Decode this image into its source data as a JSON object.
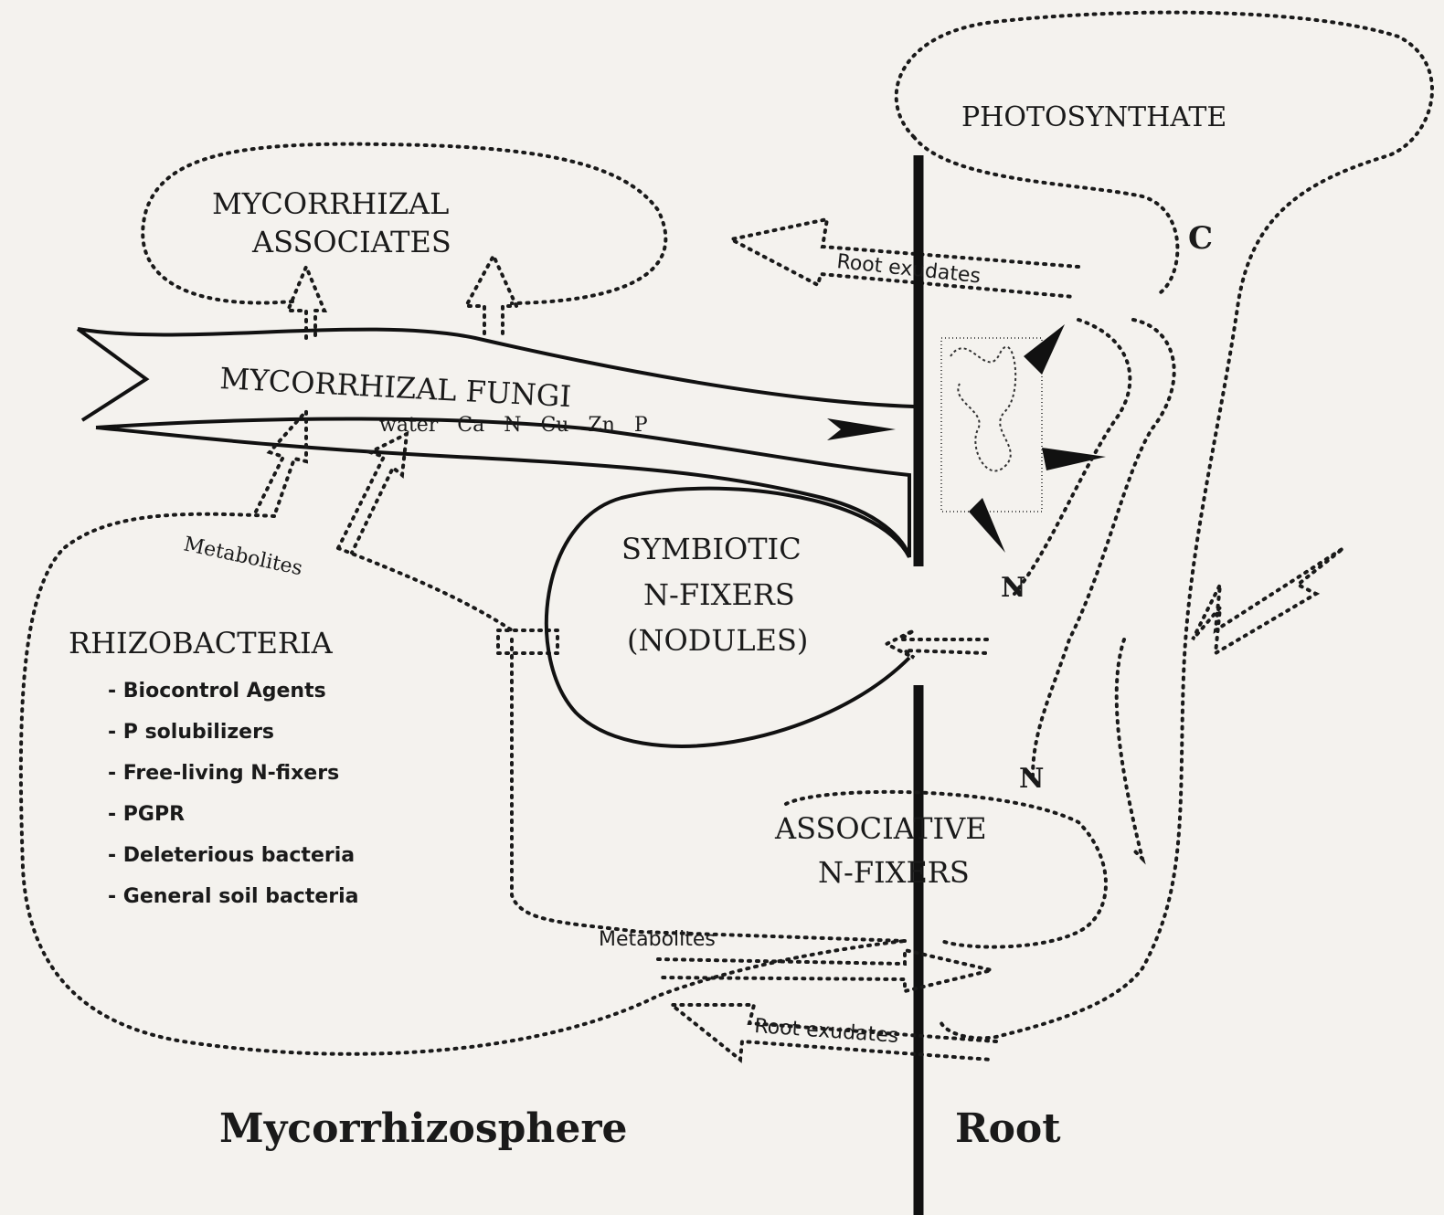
{
  "labels": {
    "photosynthate": "PHOTOSYNTHATE",
    "c": "C",
    "root_exudates_top": "Root exudates",
    "mycorrhizal_associates_1": "MYCORRHIZAL",
    "mycorrhizal_associates_2": "ASSOCIATES",
    "mycorrhizal_fungi": "MYCORRHIZAL FUNGI",
    "nutrients": "water   Ca   N   Cu   Zn   P",
    "metabolites_top": "Metabolites",
    "symbiotic_1": "SYMBIOTIC",
    "symbiotic_2": "N-FIXERS",
    "symbiotic_3": "(NODULES)",
    "n_upper": "N",
    "n_lower": "N",
    "rhizobacteria": "RHIZOBACTERIA",
    "associative_1": "ASSOCIATIVE",
    "associative_2": "N-FIXERS",
    "metabolites_bottom": "Metabolites",
    "root_exudates_bottom": "Root exudates",
    "mycorrhizosphere": "Mycorrhizosphere",
    "root": "Root"
  },
  "rhizobacteria_list": [
    "- Biocontrol Agents",
    "- P solubilizers",
    "- Free-living N-fixers",
    "- PGPR",
    "- Deleterious bacteria",
    "- General soil bacteria"
  ]
}
